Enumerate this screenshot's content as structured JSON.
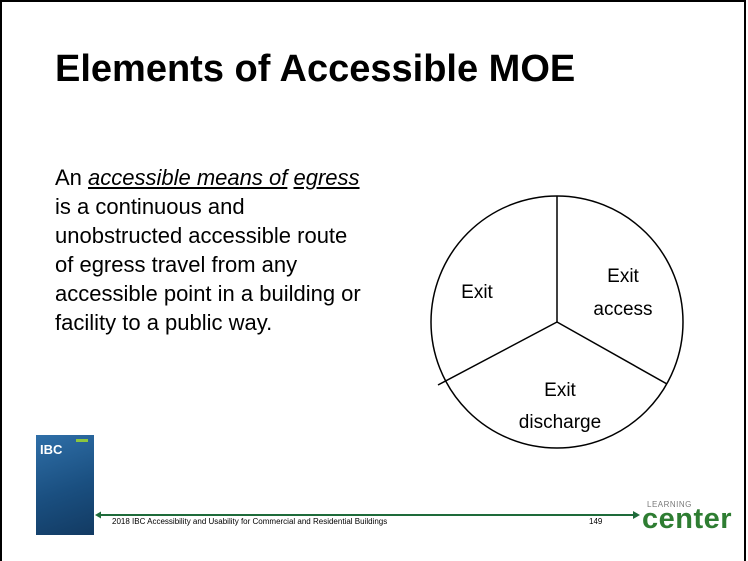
{
  "slide": {
    "title": "Elements of Accessible MOE",
    "body_prefix": "An ",
    "term_line1": "accessible means of",
    "term_line2": "egress",
    "body_rest": " is a continuous and unobstructed accessible route of egress travel from any accessible point in a building or facility to a public way."
  },
  "diagram": {
    "segment_exit": "Exit",
    "segment_access_line1": "Exit",
    "segment_access_line2": "access",
    "segment_discharge_line1": "Exit",
    "segment_discharge_line2": "discharge"
  },
  "footer": {
    "text": "2018 IBC Accessibility and Usability for Commercial and Residential Buildings",
    "page_number": "149",
    "line_color": "#1e6b3a"
  },
  "branding": {
    "book_label": "IBC",
    "logo_small": "LEARNING",
    "logo_big": "center",
    "logo_color": "#2e7d32"
  }
}
